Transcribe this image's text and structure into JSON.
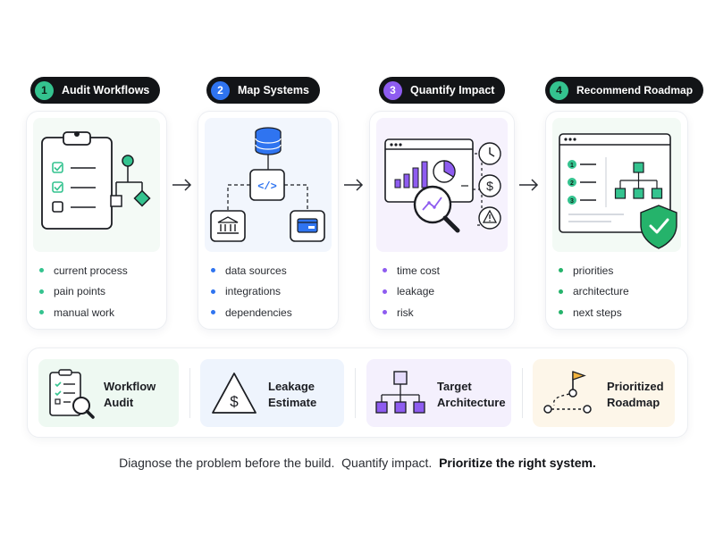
{
  "steps": [
    {
      "num": "1",
      "title": "Audit Workflows",
      "color": "#34c38f",
      "bullets": [
        "current process",
        "pain points",
        "manual work"
      ]
    },
    {
      "num": "2",
      "title": "Map Systems",
      "color": "#2f74f0",
      "bullets": [
        "data sources",
        "integrations",
        "dependencies"
      ]
    },
    {
      "num": "3",
      "title": "Quantify Impact",
      "color": "#8e5cf0",
      "bullets": [
        "time cost",
        "leakage",
        "risk"
      ]
    },
    {
      "num": "4",
      "title": "Recommend Roadmap",
      "color": "#25b36b",
      "bullets": [
        "priorities",
        "architecture",
        "next steps"
      ]
    }
  ],
  "deliverables": [
    {
      "line1": "Workflow",
      "line2": "Audit",
      "icon": "checklist-magnifier-icon",
      "bg": "#eef9f2"
    },
    {
      "line1": "Leakage",
      "line2": "Estimate",
      "icon": "warning-dollar-icon",
      "bg": "#eef4fd"
    },
    {
      "line1": "Target",
      "line2": "Architecture",
      "icon": "hierarchy-icon",
      "bg": "#f4f0fd"
    },
    {
      "line1": "Prioritized",
      "line2": "Roadmap",
      "icon": "flag-path-icon",
      "bg": "#fdf6e9"
    }
  ],
  "tagline": {
    "part1": "Diagnose the problem before the build.",
    "part2": "Quantify impact.",
    "part3": "Prioritize the right system."
  }
}
